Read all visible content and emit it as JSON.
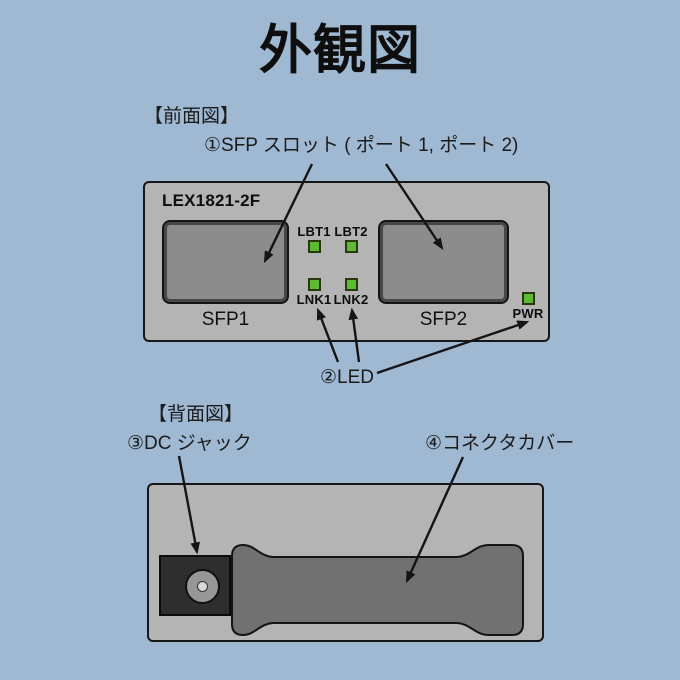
{
  "page": {
    "title": "外観図",
    "background_color": "#9fb9d3"
  },
  "front": {
    "heading": "【前面図】",
    "callout_sfp_slots": "①SFP スロット ( ポート 1, ポート 2)",
    "callout_led": "②LED",
    "device": {
      "model": "LEX1821-2F",
      "sfp_slot_1_label": "SFP1",
      "sfp_slot_2_label": "SFP2",
      "leds": [
        {
          "label": "LBT1",
          "state": "green"
        },
        {
          "label": "LBT2",
          "state": "green"
        },
        {
          "label": "LNK1",
          "state": "green"
        },
        {
          "label": "LNK2",
          "state": "green"
        },
        {
          "label": "PWR",
          "state": "green"
        }
      ]
    }
  },
  "rear": {
    "heading": "【背面図】",
    "callout_dc_jack": "③DC ジャック",
    "callout_connector_cover": "④コネクタカバー"
  },
  "colors": {
    "background": "#9fb9d3",
    "panel_body": "#b4b4b4",
    "sfp_slot": "#8c8c8c",
    "led_green": "#5eba33",
    "dc_jack_block": "#2e2e2e",
    "connector_cover": "#717171",
    "line": "#141414"
  }
}
